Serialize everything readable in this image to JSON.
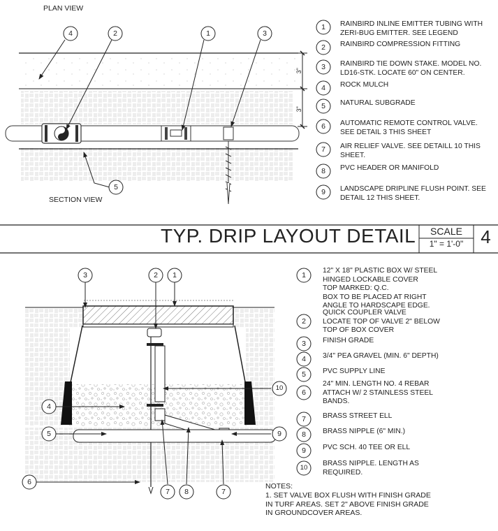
{
  "plan_view_label": "PLAN VIEW",
  "section_view_label": "SECTION VIEW",
  "dimension_label": "3\"",
  "top_legend": [
    {
      "num": "1",
      "text": "RAINBIRD INLINE EMITTER TUBING WITH\nZERI-BUG EMITTER. SEE LEGEND"
    },
    {
      "num": "2",
      "text": "RAINBIRD COMPRESSION FITTING"
    },
    {
      "num": "3",
      "text": "RAINBIRD TIE DOWN STAKE. MODEL NO.\nLD16-STK. LOCATE 60\" ON CENTER."
    },
    {
      "num": "4",
      "text": "ROCK MULCH"
    },
    {
      "num": "5",
      "text": "NATURAL SUBGRADE"
    },
    {
      "num": "6",
      "text": "AUTOMATIC REMOTE CONTROL VALVE.\nSEE DETAIL 3 THIS SHEET"
    },
    {
      "num": "7",
      "text": "AIR RELIEF VALVE. SEE DETAILL 10 THIS\nSHEET."
    },
    {
      "num": "8",
      "text": "PVC HEADER OR MANIFOLD"
    },
    {
      "num": "9",
      "text": "LANDSCAPE DRIPLINE FLUSH POINT. SEE\nDETAIL 12 THIS SHEET."
    }
  ],
  "title": "TYP. DRIP LAYOUT DETAIL",
  "scale_heading": "SCALE",
  "scale_value": "1\" = 1'-0\"",
  "sheet_number": "4",
  "bottom_legend": [
    {
      "num": "1",
      "text": "12\" X 18\" PLASTIC BOX W/ STEEL\nHINGED LOCKABLE COVER\nTOP MARKED: Q.C.\nBOX TO BE PLACED AT RIGHT\nANGLE TO HARDSCAPE EDGE."
    },
    {
      "num": "2",
      "text": "QUICK COUPLER VALVE\nLOCATE TOP OF VALVE 2\" BELOW\nTOP OF BOX COVER"
    },
    {
      "num": "3",
      "text": "FINISH GRADE"
    },
    {
      "num": "4",
      "text": "3/4\" PEA GRAVEL (MIN. 6\" DEPTH)"
    },
    {
      "num": "5",
      "text": "PVC SUPPLY LINE"
    },
    {
      "num": "6",
      "text": "24\" MIN. LENGTH NO. 4 REBAR\nATTACH W/ 2 STAINLESS STEEL\nBANDS."
    },
    {
      "num": "7",
      "text": "BRASS STREET ELL"
    },
    {
      "num": "8",
      "text": "BRASS NIPPLE (6\" MIN.)"
    },
    {
      "num": "9",
      "text": "PVC SCH. 40 TEE OR ELL"
    },
    {
      "num": "10",
      "text": "BRASS NIPPLE.  LENGTH AS\nREQUIRED."
    }
  ],
  "notes_heading": "NOTES:",
  "notes": "1.  SET VALVE BOX FLUSH WITH FINISH GRADE\n     IN TURF AREAS.  SET 2\" ABOVE FINISH GRADE\n     IN GROUNDCOVER AREAS.",
  "top_bubbles": [
    "4",
    "2",
    "1",
    "3",
    "5"
  ],
  "bottom_bubbles": [
    "3",
    "2",
    "1",
    "4",
    "5",
    "6",
    "10",
    "9",
    "7",
    "8",
    "7"
  ]
}
